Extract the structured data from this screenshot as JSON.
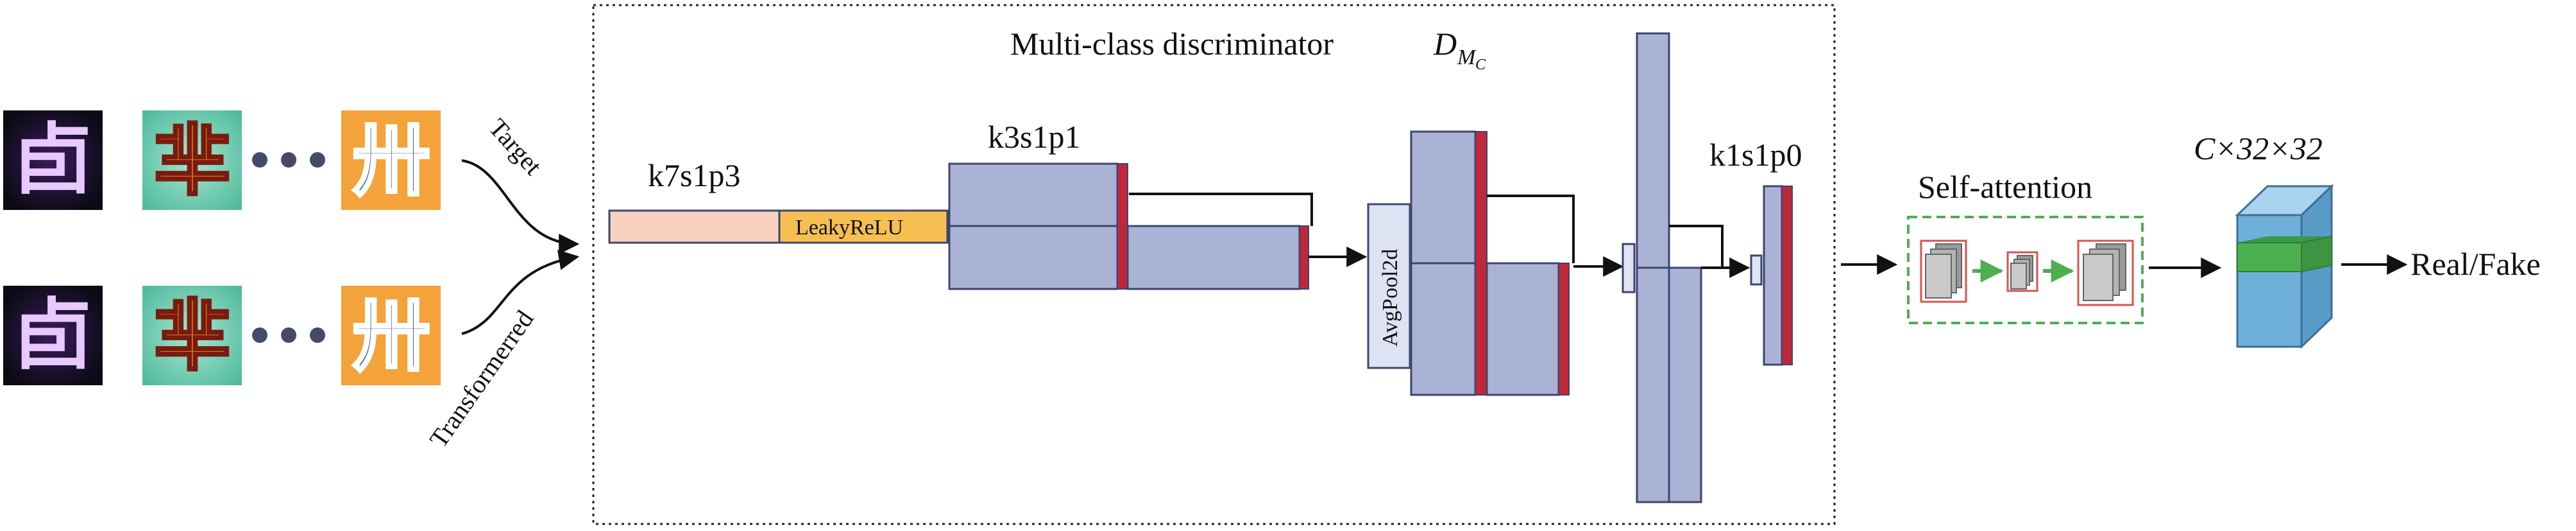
{
  "inputs": {
    "row_top_label": "Target",
    "row_bottom_label": "Transformerred",
    "char_1": "卣",
    "char_2": "芈",
    "char_3": "卅"
  },
  "discriminator": {
    "title": "Multi-class discriminator",
    "symbol": "D",
    "symbol_sub": "M",
    "symbol_subsub": "C",
    "conv1_label": "k7s1p3",
    "activation_label": "LeakyReLU",
    "conv2_label": "k3s1p1",
    "pool_label": "AvgPool2d",
    "conv_last_label": "k1s1p0"
  },
  "attention": {
    "title": "Self-attention"
  },
  "output": {
    "dims_label": "C×32×32",
    "final_label": "Real/Fake"
  },
  "colors": {
    "block_fill": "#aab3d6",
    "block_stroke": "#3d4470",
    "red_bar": "#c0283a",
    "first_block": "#f7d2c0",
    "activation": "#f5bf52",
    "attention_box": "#4caf50",
    "cube": "#6fb0d8",
    "cube_band": "#4caf50"
  }
}
